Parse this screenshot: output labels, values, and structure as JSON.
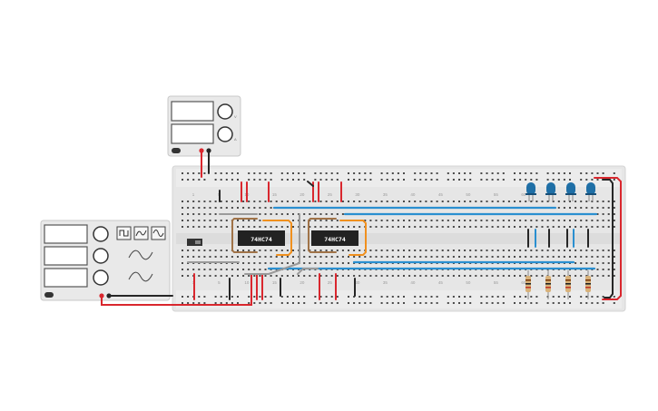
{
  "power_supply": {
    "display_top": "",
    "display_bottom": "",
    "knob_labels": [
      "V",
      "A"
    ]
  },
  "function_generator": {
    "displays": [
      "",
      "",
      ""
    ],
    "wave_buttons": [
      "square",
      "triangle",
      "sine"
    ]
  },
  "breadboard": {
    "column_numbers": [
      "1",
      "5",
      "10",
      "15",
      "20",
      "25",
      "30",
      "35",
      "40",
      "45",
      "50",
      "55",
      "60"
    ],
    "row_letters_top": [
      "J",
      "I",
      "H",
      "G",
      "F"
    ],
    "row_letters_bottom": [
      "E",
      "D",
      "C",
      "B",
      "A"
    ]
  },
  "chips": [
    {
      "label": "74HC74"
    },
    {
      "label": "74HC74"
    }
  ],
  "leds": {
    "count": 4,
    "color": "#1f6fa6"
  },
  "resistors": {
    "count": 4
  },
  "colors": {
    "red_wire": "#d9272e",
    "black_wire": "#262626",
    "blue_wire": "#2a8fd0",
    "orange_wire": "#f0901e",
    "brown_wire": "#a07348",
    "gray_wire": "#9a9a9a",
    "board": "#e9e9e9"
  }
}
